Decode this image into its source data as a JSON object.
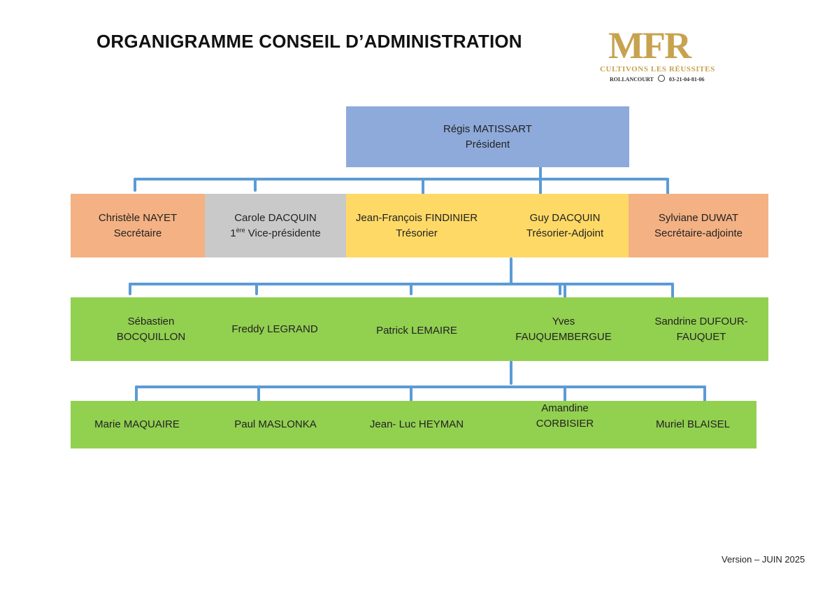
{
  "title": "ORGANIGRAMME CONSEIL D’ADMINISTRATION",
  "logo": {
    "mark": "MFR",
    "tagline": "CULTIVONS LES RÉUSSITES",
    "location": "ROLLANCOURT",
    "phone": "03-21-04-81-06"
  },
  "colors": {
    "president": "#8eaadb",
    "secretary": "#f4b183",
    "vice_president": "#c9c9c9",
    "treasurer": "#ffd966",
    "members": "#92d050",
    "connector": "#5b9bd5"
  },
  "president": {
    "name": "Régis MATISSART",
    "role": "Président"
  },
  "officers": [
    {
      "name": "Christèle NAYET",
      "role": "Secrétaire"
    },
    {
      "name": "Carole DACQUIN",
      "role_sup": "ère",
      "role_prefix": "1",
      "role": " Vice-présidente"
    },
    {
      "name": "Jean-François FINDINIER",
      "role": "Trésorier"
    },
    {
      "name": "Guy DACQUIN",
      "role": "Trésorier-Adjoint"
    },
    {
      "name": "Sylviane DUWAT",
      "role": "Secrétaire-adjointe"
    }
  ],
  "members_row1": [
    {
      "line1": "Sébastien",
      "line2": "BOCQUILLON"
    },
    {
      "line1": "Freddy LEGRAND",
      "line2": ""
    },
    {
      "line1": "Patrick LEMAIRE",
      "line2": ""
    },
    {
      "line1": "Yves",
      "line2": "FAUQUEMBERGUE"
    },
    {
      "line1": "Sandrine DUFOUR-",
      "line2": "FAUQUET"
    }
  ],
  "members_row2": [
    {
      "line1": "Marie MAQUAIRE",
      "line2": ""
    },
    {
      "line1": "Paul MASLONKA",
      "line2": ""
    },
    {
      "line1": "Jean- Luc HEYMAN",
      "line2": ""
    },
    {
      "line1": "Amandine",
      "line2": "CORBISIER"
    },
    {
      "line1": "Muriel BLAISEL",
      "line2": ""
    }
  ],
  "version": "Version – JUIN 2025"
}
